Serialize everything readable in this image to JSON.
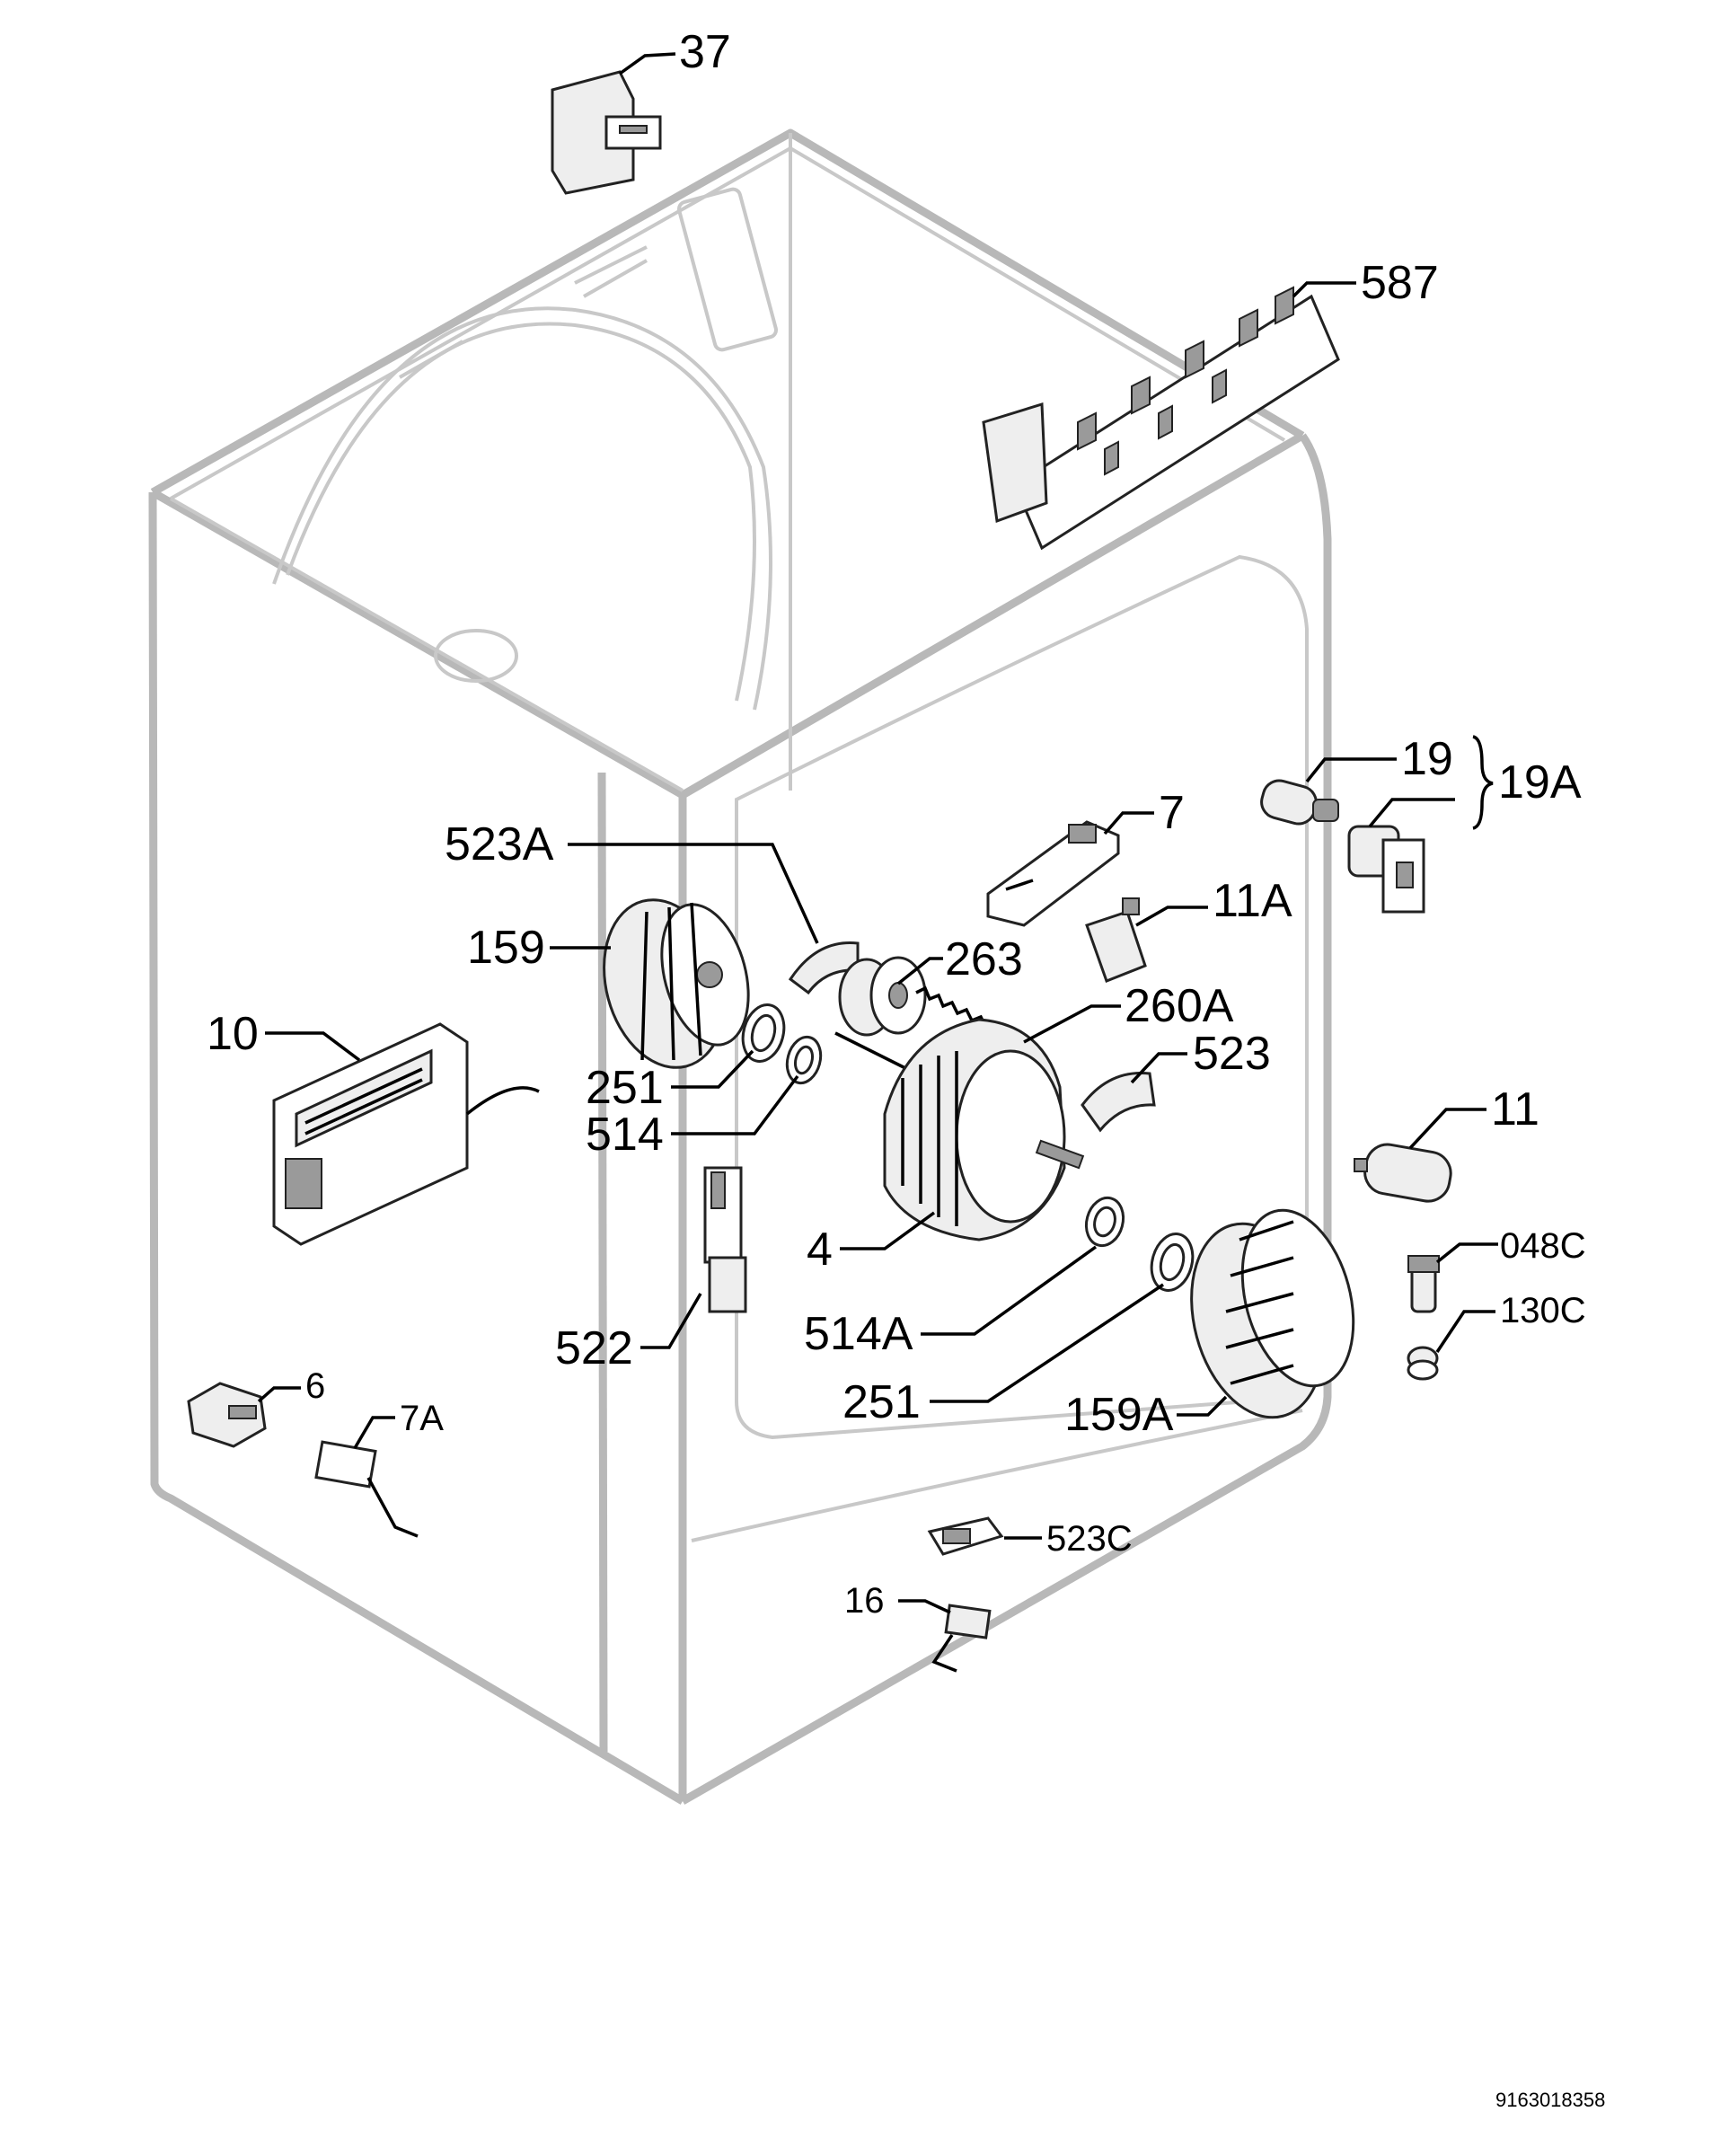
{
  "diagram": {
    "reference_number": "9163018358",
    "parts": [
      {
        "id": "p37",
        "label": "37"
      },
      {
        "id": "p587",
        "label": "587"
      },
      {
        "id": "p19",
        "label": "19"
      },
      {
        "id": "p19A",
        "label": "19A"
      },
      {
        "id": "p7",
        "label": "7"
      },
      {
        "id": "p523A",
        "label": "523A"
      },
      {
        "id": "p11A",
        "label": "11A"
      },
      {
        "id": "p159",
        "label": "159"
      },
      {
        "id": "p263",
        "label": "263"
      },
      {
        "id": "p10",
        "label": "10"
      },
      {
        "id": "p260A",
        "label": "260A"
      },
      {
        "id": "p523",
        "label": "523"
      },
      {
        "id": "p251a",
        "label": "251"
      },
      {
        "id": "p514",
        "label": "514"
      },
      {
        "id": "p11",
        "label": "11"
      },
      {
        "id": "p4",
        "label": "4"
      },
      {
        "id": "p048C",
        "label": "048C"
      },
      {
        "id": "p514A",
        "label": "514A"
      },
      {
        "id": "p130C",
        "label": "130C"
      },
      {
        "id": "p522",
        "label": "522"
      },
      {
        "id": "p6",
        "label": "6"
      },
      {
        "id": "p251b",
        "label": "251"
      },
      {
        "id": "p159A",
        "label": "159A"
      },
      {
        "id": "p7A",
        "label": "7A"
      },
      {
        "id": "p523C",
        "label": "523C"
      },
      {
        "id": "p16",
        "label": "16"
      }
    ]
  }
}
